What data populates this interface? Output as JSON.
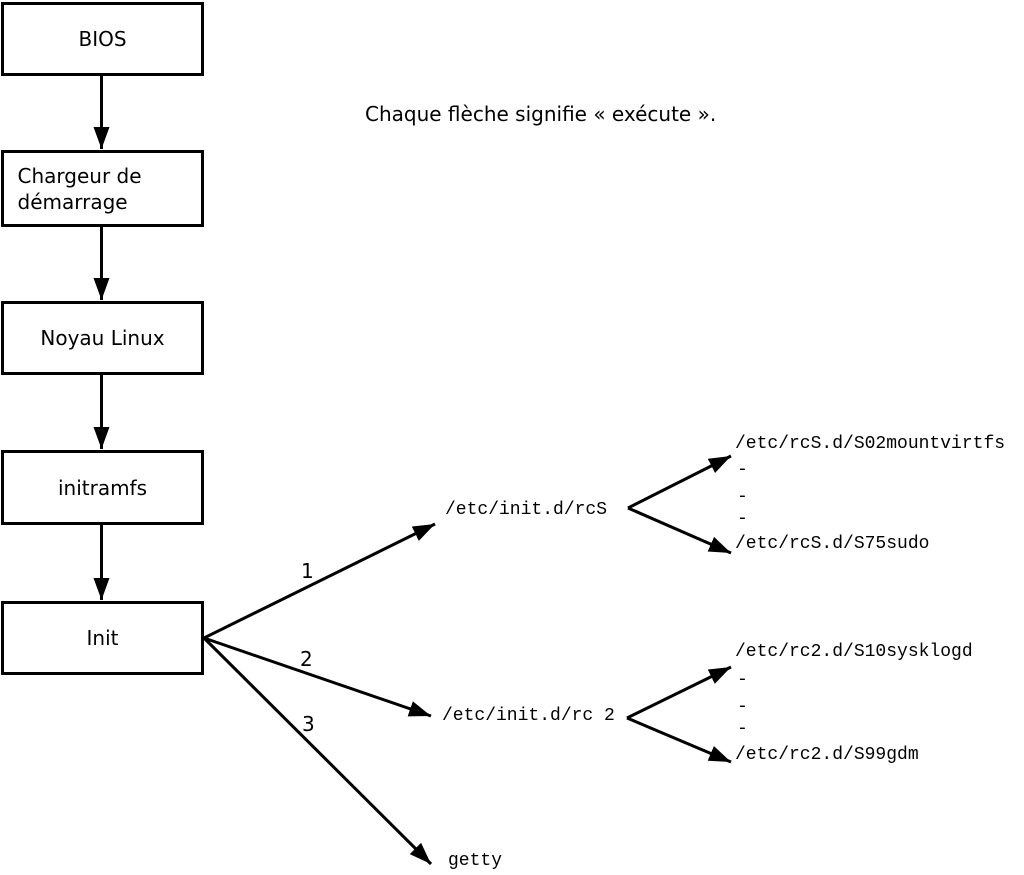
{
  "caption": "Chaque flèche signifie « exécute ».",
  "flow_boxes": [
    {
      "id": "bios",
      "label": "BIOS"
    },
    {
      "id": "bootloader",
      "label": "Chargeur de démarrage"
    },
    {
      "id": "kernel",
      "label": "Noyau Linux"
    },
    {
      "id": "initramfs",
      "label": "initramfs"
    },
    {
      "id": "init",
      "label": "Init"
    }
  ],
  "branch_labels": {
    "one": "1",
    "two": "2",
    "three": "3"
  },
  "nodes": {
    "rcs_script": "/etc/init.d/rcS",
    "rc2_script": "/etc/init.d/rc 2",
    "getty": "getty",
    "rcs_children": [
      "/etc/rcS.d/S02mountvirtfs",
      "-",
      "-",
      "-",
      "/etc/rcS.d/S75sudo"
    ],
    "rc2_children": [
      "/etc/rc2.d/S10sysklogd",
      "-",
      "-",
      "-",
      "/etc/rc2.d/S99gdm"
    ]
  },
  "colors": {
    "background": "#ffffff",
    "line": "#000000",
    "text": "#000000"
  }
}
